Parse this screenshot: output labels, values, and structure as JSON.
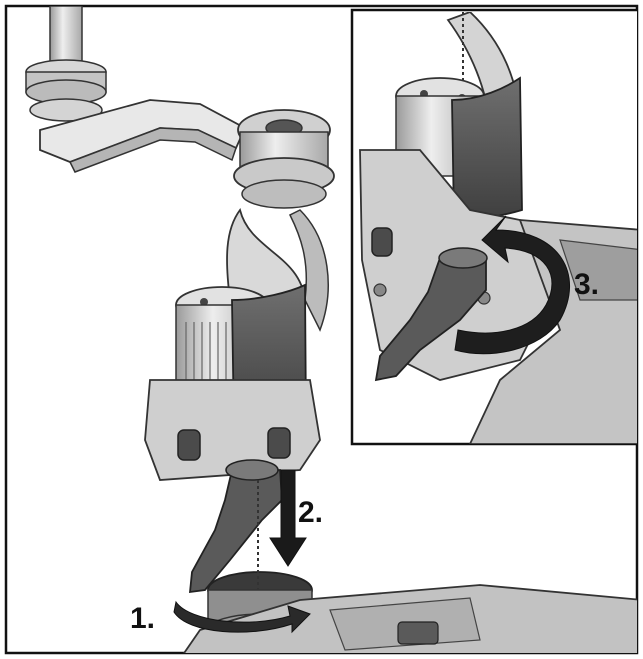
{
  "figure": {
    "steps": [
      {
        "label": "1.",
        "action": "rotate"
      },
      {
        "label": "2.",
        "action": "push-down"
      },
      {
        "label": "3.",
        "action": "rotate"
      }
    ]
  },
  "colors": {
    "frame": "#111111",
    "metal_light": "#e6e6e6",
    "metal_mid": "#bdbdbd",
    "metal_dark": "#7d7d7d",
    "handle": "#4a4a4a",
    "arrow": "#1a1a1a"
  }
}
